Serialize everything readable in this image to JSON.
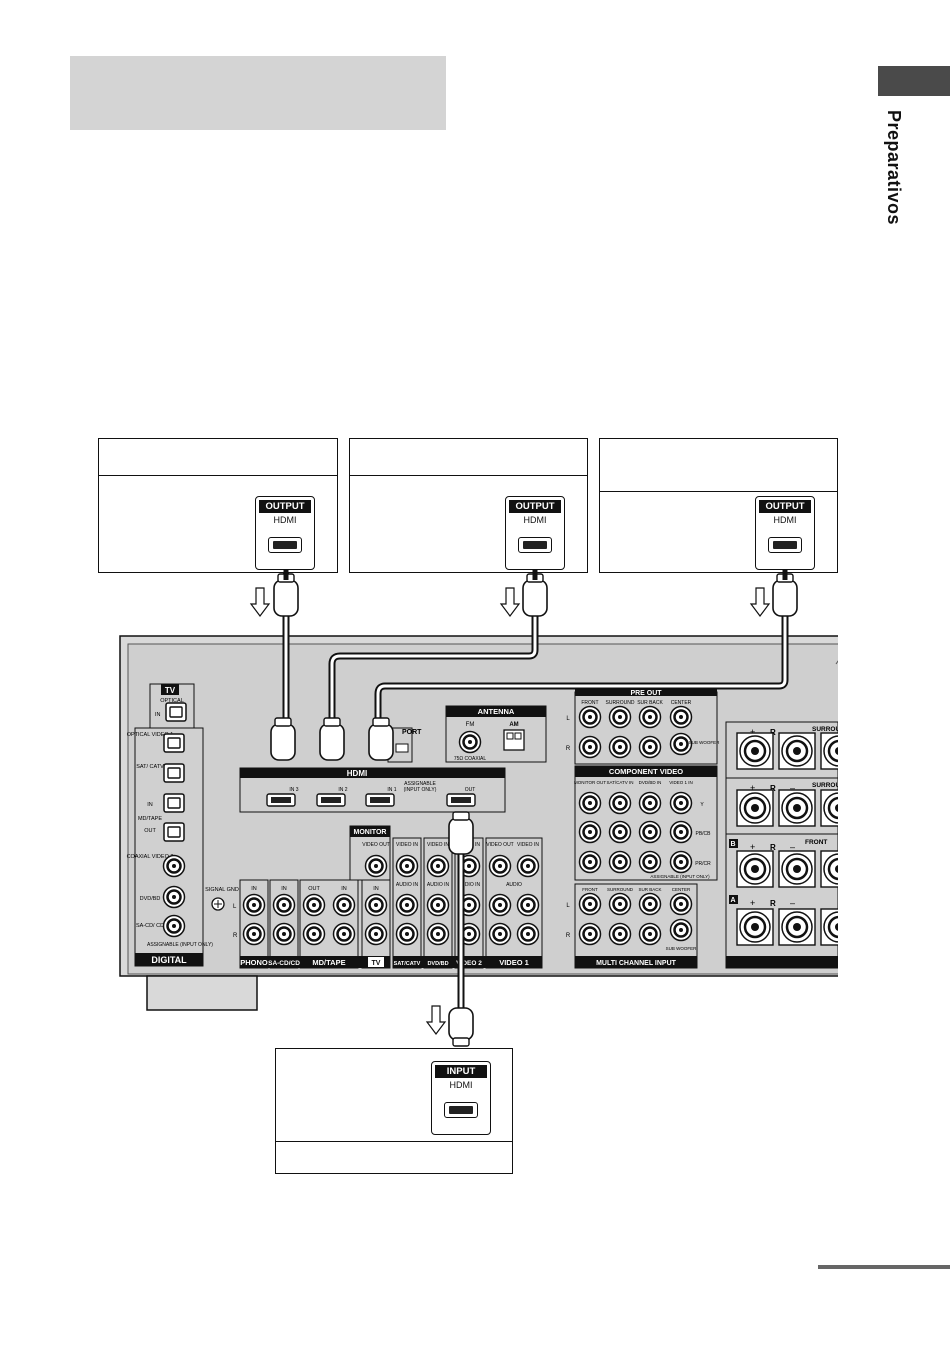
{
  "page": {
    "section_tab": "Preparativos"
  },
  "devices": {
    "source1": {
      "port_tag": "OUTPUT",
      "port_type": "HDMI"
    },
    "source2": {
      "port_tag": "OUTPUT",
      "port_type": "HDMI"
    },
    "source3": {
      "port_tag": "OUTPUT",
      "port_type": "HDMI"
    },
    "tv": {
      "port_tag": "INPUT",
      "port_type": "HDMI"
    }
  },
  "receiver": {
    "hdmi_header": "HDMI",
    "hdmi_in3": "IN 3",
    "hdmi_in2": "IN 2",
    "hdmi_in1": "IN 1",
    "hdmi_assignable": "ASSIGNABLE",
    "hdmi_input_only": "(INPUT ONLY)",
    "hdmi_out": "OUT",
    "port_label": "PORT",
    "tv_badge": "TV",
    "optical": "OPTICAL",
    "in": "IN",
    "out": "OUT",
    "optical_video1": "OPTICAL VIDEO 1",
    "sat_catv": "SAT/ CATV",
    "md_tape": "MD/TAPE",
    "coaxial_video2": "COAXIAL VIDEO 2",
    "dvd_bd": "DVD/BD",
    "sa_cd_cd": "SA-CD/ CD",
    "assignable_input_only": "ASSIGNABLE (INPUT ONLY)",
    "digital": "DIGITAL",
    "antenna": "ANTENNA",
    "fm": "FM",
    "am": "AM",
    "coaxial_75": "75Ω COAXIAL",
    "pre_out": "PRE OUT",
    "front": "FRONT",
    "surround": "SURROUND",
    "sur_back": "SUR BACK",
    "center": "CENTER",
    "sub_woofer": "SUB WOOFER",
    "component_video": "COMPONENT VIDEO",
    "monitor_out": "MONITOR OUT",
    "sat_catv_in": "SAT/CATV IN",
    "dvd_bd_in": "DVD/BD IN",
    "video1_in": "VIDEO 1 IN",
    "y": "Y",
    "pb_cb": "PB/CB",
    "pr_cr": "PR/CR",
    "assignable_input_only2": "ASSIGNABLE (INPUT ONLY)",
    "multi_channel_input": "MULTI CHANNEL INPUT",
    "surround_back": "SURROUND BACK",
    "surround_spk": "SURROUND",
    "front_spk": "FRONT",
    "monitor": "MONITOR",
    "video_out": "VIDEO OUT",
    "video_in": "VIDEO IN",
    "audio_in": "AUDIO IN",
    "audio": "AUDIO",
    "signal_gnd": "SIGNAL GND",
    "l": "L",
    "r": "R",
    "phono": "PHONO",
    "sa_cd_cd_bottom": "SA-CD/CD",
    "md_tape_bottom": "MD/TAPE",
    "tv_bottom": "TV",
    "sat_catv_bottom": "SAT/CATV",
    "dvd_bd_bottom": "DVD/BD",
    "video2_bottom": "VIDEO 2",
    "video1_bottom": "VIDEO 1",
    "a": "A",
    "b": "B",
    "plus": "+",
    "minus": "–"
  }
}
